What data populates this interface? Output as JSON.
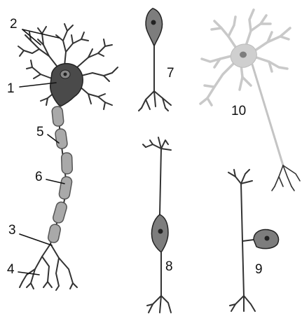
{
  "labels": {
    "l1": "1",
    "l2": "2",
    "l3": "3",
    "l4": "4",
    "l5": "5",
    "l6": "6",
    "l7": "7",
    "l8": "8",
    "l9": "9",
    "l10": "10"
  },
  "colors": {
    "background": "#ffffff",
    "line": "#333333",
    "soma_dark": "#4a4a4a",
    "soma_mid": "#7d7d7d",
    "soma_light": "#cfcfcf",
    "nucleus": "#333333",
    "myelin": "#a9a9a9",
    "myelin_stroke": "#555555"
  }
}
